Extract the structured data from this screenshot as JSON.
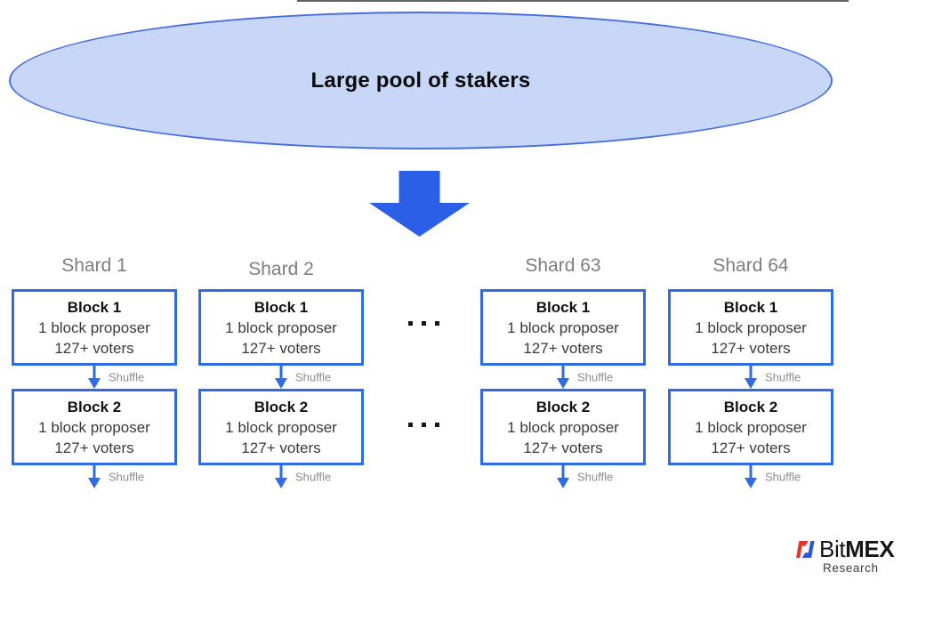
{
  "pool": {
    "label": "Large pool of stakers"
  },
  "shards": [
    {
      "label": "Shard 1",
      "shuffle_label": "Shuffle",
      "blocks": [
        {
          "title": "Block 1",
          "line1": "1 block proposer",
          "line2": "127+ voters"
        },
        {
          "title": "Block 2",
          "line1": "1 block proposer",
          "line2": "127+ voters"
        }
      ]
    },
    {
      "label": "Shard 2",
      "shuffle_label": "Shuffle",
      "blocks": [
        {
          "title": "Block 1",
          "line1": "1 block proposer",
          "line2": "127+ voters"
        },
        {
          "title": "Block 2",
          "line1": "1 block proposer",
          "line2": "127+ voters"
        }
      ]
    },
    {
      "label": "Shard 63",
      "shuffle_label": "Shuffle",
      "blocks": [
        {
          "title": "Block 1",
          "line1": "1 block proposer",
          "line2": "127+ voters"
        },
        {
          "title": "Block 2",
          "line1": "1 block proposer",
          "line2": "127+ voters"
        }
      ]
    },
    {
      "label": "Shard 64",
      "shuffle_label": "Shuffle",
      "blocks": [
        {
          "title": "Block 1",
          "line1": "1 block proposer",
          "line2": "127+ voters"
        },
        {
          "title": "Block 2",
          "line1": "1 block proposer",
          "line2": "127+ voters"
        }
      ]
    }
  ],
  "ellipsis": "...",
  "logo": {
    "bit": "Bit",
    "mex": "MEX",
    "subtitle": "Research"
  },
  "colors": {
    "pool_fill": "#c8d7f8",
    "pool_border": "#466ee0",
    "diagram_blue": "#2f6be5",
    "big_arrow_blue": "#2b5fe8",
    "shard_label_gray": "#7e7e7e",
    "shuffle_gray": "#8e8e8e",
    "logo_red": "#e0352b",
    "logo_blue": "#2b55e0"
  }
}
